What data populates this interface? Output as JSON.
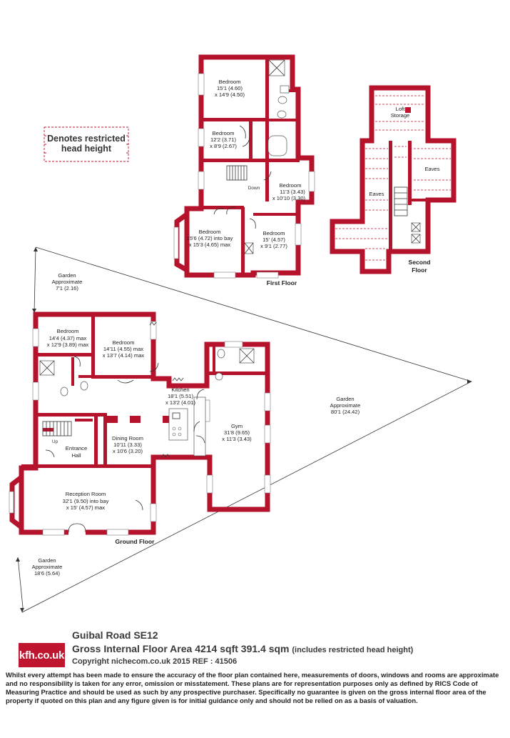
{
  "legend": {
    "line1": "Denotes restricted",
    "line2": "head height"
  },
  "first_floor": {
    "label": "First Floor",
    "rooms": [
      {
        "name": "Bedroom",
        "dims": [
          "15'1 (4.60)",
          "x 14'9 (4.50)"
        ]
      },
      {
        "name": "Bedroom",
        "dims": [
          "12'2 (3.71)",
          "x 8'9 (2.67)"
        ]
      },
      {
        "name": "Bedroom",
        "dims": [
          "11'3 (3.43)",
          "x 10'10 (3.30)"
        ]
      },
      {
        "name": "Bedroom",
        "dims": [
          "15'6 (4.72) into bay",
          "x 15'3 (4.65) max"
        ]
      },
      {
        "name": "Bedroom",
        "dims": [
          "15' (4.57)",
          "x 9'1 (2.77)"
        ]
      }
    ],
    "down": "Down"
  },
  "second_floor": {
    "label_line1": "Second",
    "label_line2": "Floor",
    "loft": [
      "Loft",
      "Storage"
    ],
    "eaves_left": "Eaves",
    "eaves_right": "Eaves"
  },
  "ground_floor": {
    "label": "Ground Floor",
    "rooms": [
      {
        "name": "Bedroom",
        "dims": [
          "14'4 (4.37) max",
          "x 12'9 (3.89) max"
        ]
      },
      {
        "name": "Bedroom",
        "dims": [
          "14'11 (4.55) max",
          "x 13'7 (4.14) max"
        ]
      },
      {
        "name": "Kitchen",
        "dims": [
          "18'1 (5.51)",
          "x 13'2 (4.01)"
        ]
      },
      {
        "name": "Dining Room",
        "dims": [
          "10'11 (3.33)",
          "x 10'6 (3.20)"
        ]
      },
      {
        "name": "Gym",
        "dims": [
          "31'8 (9.65)",
          "x 11'3 (3.43)"
        ]
      },
      {
        "name": "Entrance",
        "dims": [
          "Hall"
        ]
      },
      {
        "name": "Reception Room",
        "dims": [
          "32'1 (9.50) into bay",
          "x 15' (4.57) max"
        ]
      }
    ],
    "up": "Up"
  },
  "gardens": [
    {
      "lines": [
        "Garden",
        "Approximate",
        "7'1 (2.16)"
      ]
    },
    {
      "lines": [
        "Garden",
        "Approximate",
        "80'1 (24.42)"
      ]
    },
    {
      "lines": [
        "Garden",
        "Approximate",
        "18'6 (5.64)"
      ]
    }
  ],
  "footer": {
    "logo": "kfh.co.uk",
    "address": "Guibal Road  SE12",
    "area": "Gross Internal Floor Area 4214 sqft 391.4 sqm",
    "area_note": "(includes restricted head height)",
    "copyright": "Copyright nichecom.co.uk 2015 REF : 41506",
    "disclaimer": "Whilst every attempt has been made to ensure the accuracy of the floor plan contained here, measurements of doors, windows and rooms are approximate and no responsibility is taken for any error, omission or misstatement.  These plans are for representation purposes only as defined by RICS Code of Measuring Practice and should be used as such by any prospective purchaser.  Specifically no guarantee is given on the gross internal floor area of the property if quoted on this plan and any figure given is for initial guidance only and should not be relied on as a basis of valuation."
  },
  "colors": {
    "wall": "#b5122b",
    "brand": "#c0152f"
  }
}
